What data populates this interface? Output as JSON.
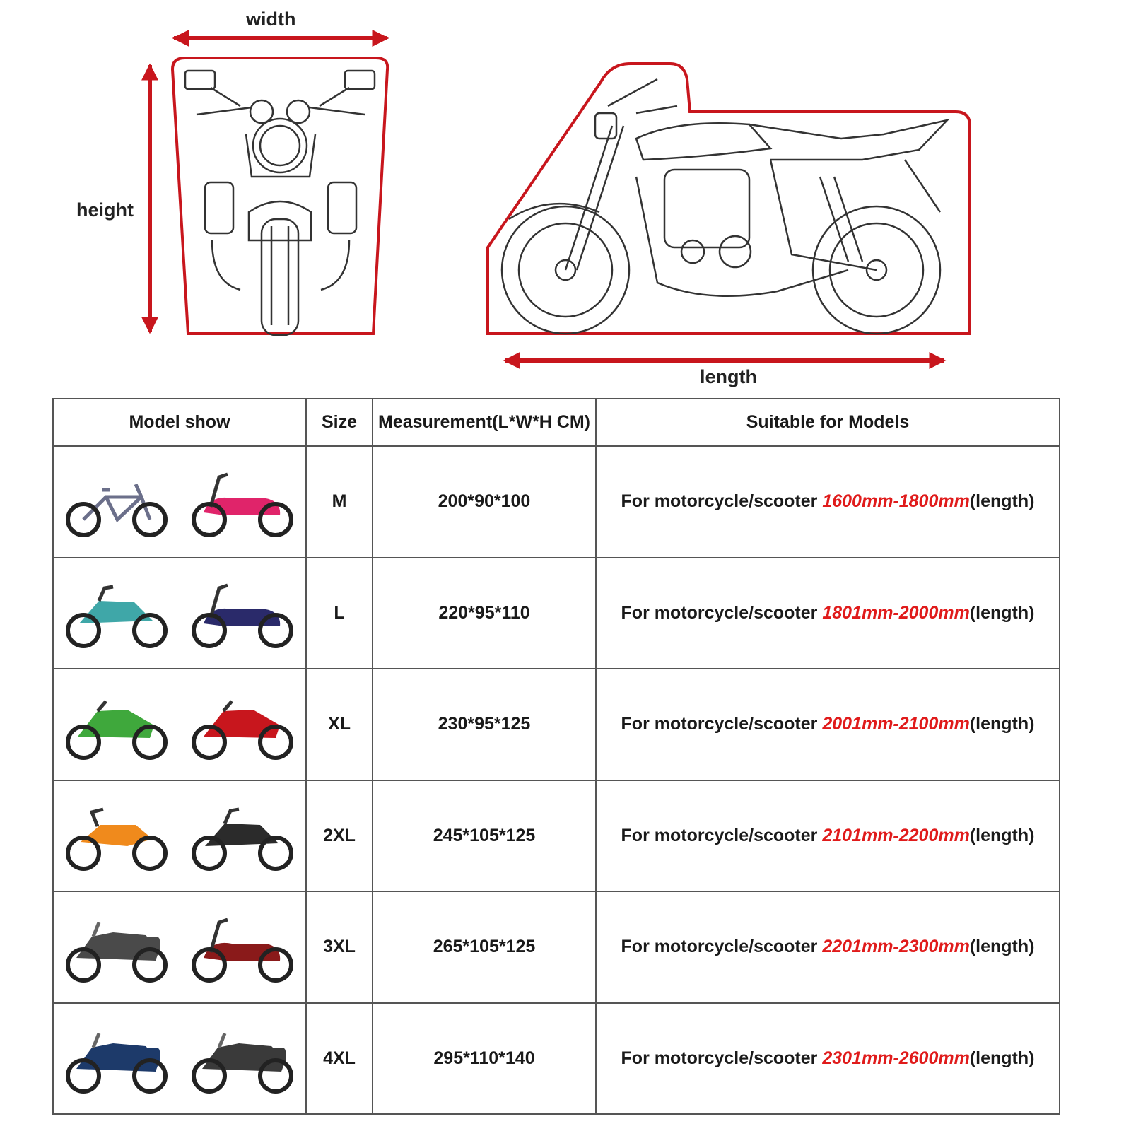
{
  "diagram": {
    "width_label": "width",
    "height_label": "height",
    "length_label": "length",
    "outline_color": "#c8161d"
  },
  "table": {
    "headers": [
      "Model show",
      "Size",
      "Measurement(L*W*H CM)",
      "Suitable for Models"
    ],
    "rows": [
      {
        "size": "M",
        "measurement": "200*90*100",
        "prefix": "For motorcycle/scooter ",
        "range": "1600mm-1800mm",
        "suffix": "(length)",
        "vehicles": [
          "bicycle",
          "scooter"
        ],
        "colors": [
          "#6b6f8a",
          "#e0246a"
        ]
      },
      {
        "size": "L",
        "measurement": "220*95*110",
        "prefix": "For motorcycle/scooter ",
        "range": "1801mm-2000mm",
        "suffix": "(length)",
        "vehicles": [
          "motorcycle",
          "scooter"
        ],
        "colors": [
          "#3fa7a8",
          "#2a2a6a"
        ]
      },
      {
        "size": "XL",
        "measurement": "230*95*125",
        "prefix": "For motorcycle/scooter ",
        "range": "2001mm-2100mm",
        "suffix": "(length)",
        "vehicles": [
          "sportbike",
          "sportbike"
        ],
        "colors": [
          "#3fa83c",
          "#c8161d"
        ]
      },
      {
        "size": "2XL",
        "measurement": "245*105*125",
        "prefix": "For motorcycle/scooter ",
        "range": "2101mm-2200mm",
        "suffix": "(length)",
        "vehicles": [
          "dirtbike",
          "motorcycle"
        ],
        "colors": [
          "#f08a1c",
          "#2b2b2b"
        ]
      },
      {
        "size": "3XL",
        "measurement": "265*105*125",
        "prefix": "For motorcycle/scooter ",
        "range": "2201mm-2300mm",
        "suffix": "(length)",
        "vehicles": [
          "touring",
          "maxiscooter"
        ],
        "colors": [
          "#4a4a4a",
          "#8a1a1a"
        ]
      },
      {
        "size": "4XL",
        "measurement": "295*110*140",
        "prefix": "For motorcycle/scooter ",
        "range": "2301mm-2600mm",
        "suffix": "(length)",
        "vehicles": [
          "touring",
          "touring"
        ],
        "colors": [
          "#1d3a6a",
          "#3a3a3a"
        ]
      }
    ]
  }
}
